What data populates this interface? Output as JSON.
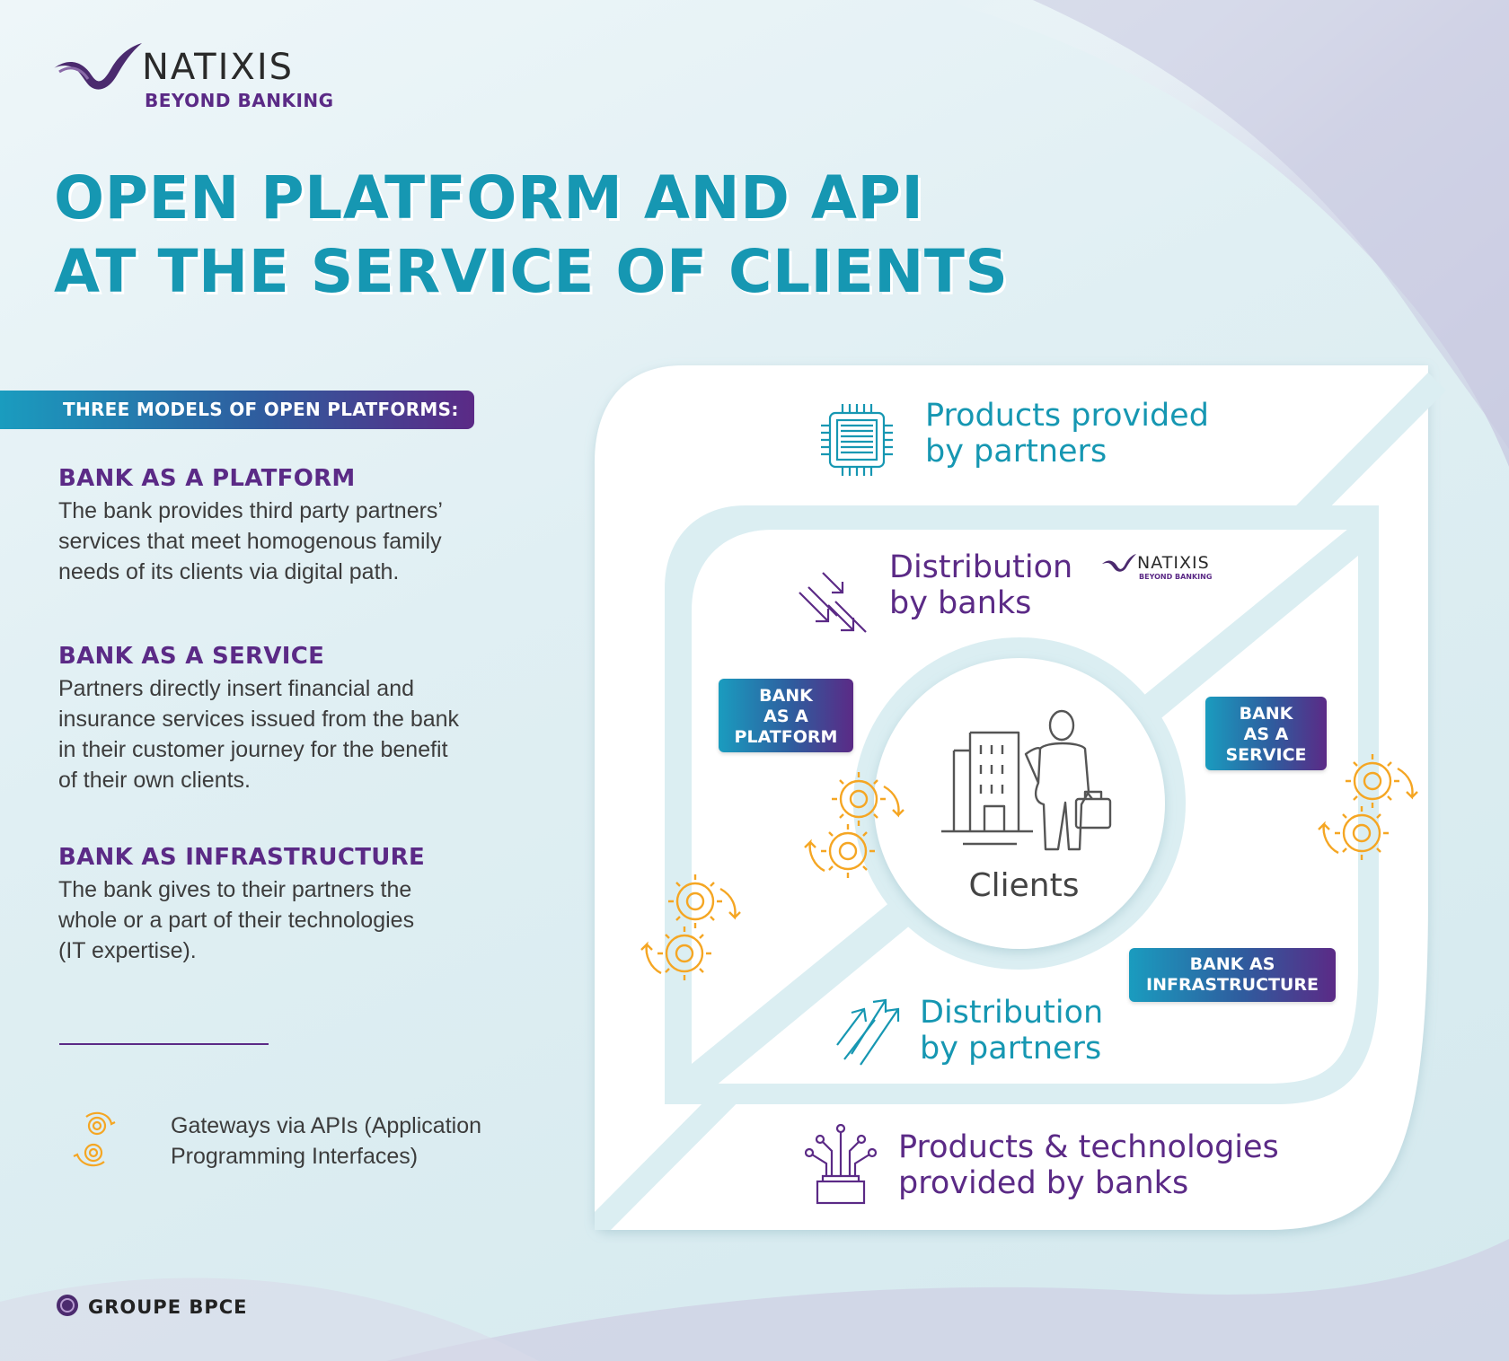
{
  "header": {
    "logo_word": "NATIXIS",
    "logo_sub": "BEYOND BANKING",
    "title_line1": "OPEN PLATFORM AND API",
    "title_line2": "AT THE SERVICE OF CLIENTS"
  },
  "left": {
    "banner": "THREE MODELS OF OPEN PLATFORMS:",
    "models": [
      {
        "heading": "BANK AS A PLATFORM",
        "lines": [
          "The bank provides third party partners’",
          "services that meet homogenous family",
          "needs of its clients via digital path."
        ]
      },
      {
        "heading": "BANK AS A SERVICE",
        "lines": [
          "Partners directly insert financial and",
          "insurance services issued from the bank",
          "in their customer journey for the benefit",
          "of their own clients."
        ]
      },
      {
        "heading": "BANK AS INFRASTRUCTURE",
        "lines": [
          "The bank gives to their partners the",
          "whole or a part of their technologies",
          "(IT expertise)."
        ]
      }
    ],
    "legend_lines": [
      "Gateways via APIs (Application",
      "Programming Interfaces)"
    ],
    "footer": "GROUPE BPCE"
  },
  "diagram": {
    "top_label_l1": "Products provided",
    "top_label_l2": "by partners",
    "dist_banks_l1": "Distribution",
    "dist_banks_l2": "by banks",
    "mini_logo_word": "NATIXIS",
    "mini_logo_sub": "BEYOND BANKING",
    "dist_partners_l1": "Distribution",
    "dist_partners_l2": "by partners",
    "bottom_label_l1": "Products & technologies",
    "bottom_label_l2": "provided by banks",
    "center": "Clients",
    "badge_platform": [
      "BANK",
      "AS A",
      "PLATFORM"
    ],
    "badge_service": [
      "BANK",
      "AS A",
      "SERVICE"
    ],
    "badge_infra": [
      "BANK AS",
      "INFRASTRUCTURE"
    ]
  },
  "colors": {
    "teal": "#1697b2",
    "purple": "#5b2a86",
    "orange": "#f5a623"
  }
}
